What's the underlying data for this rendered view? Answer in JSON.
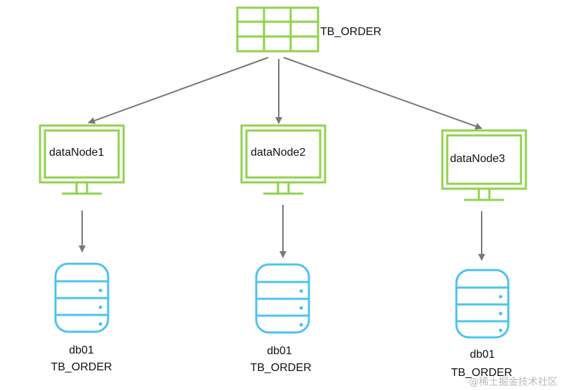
{
  "table": {
    "label": "TB_ORDER",
    "icon": "table-grid-icon"
  },
  "nodes": [
    {
      "label": "dataNode1",
      "icon": "monitor-icon",
      "db": {
        "name": "db01",
        "table": "TB_ORDER",
        "icon": "database-icon"
      }
    },
    {
      "label": "dataNode2",
      "icon": "monitor-icon",
      "db": {
        "name": "db01",
        "table": "TB_ORDER",
        "icon": "database-icon"
      }
    },
    {
      "label": "dataNode3",
      "icon": "monitor-icon",
      "db": {
        "name": "db01",
        "table": "TB_ORDER",
        "icon": "database-icon"
      }
    }
  ],
  "watermark": "@稀土掘金技术社区",
  "colors": {
    "green": "#8fd34a",
    "cyan": "#4cc3ee",
    "arrow": "#777777",
    "text": "#111111"
  }
}
